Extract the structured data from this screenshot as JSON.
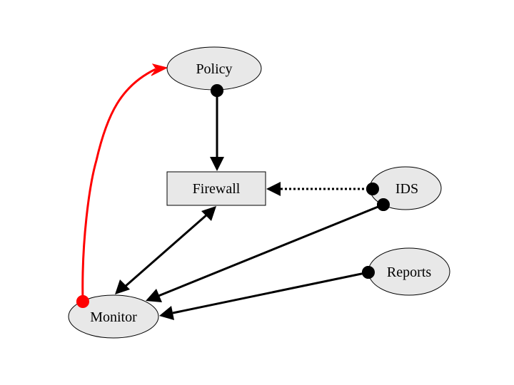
{
  "diagram": {
    "type": "directed-graph",
    "nodes": [
      {
        "id": "policy",
        "label": "Policy",
        "shape": "ellipse"
      },
      {
        "id": "firewall",
        "label": "Firewall",
        "shape": "box"
      },
      {
        "id": "ids",
        "label": "IDS",
        "shape": "ellipse"
      },
      {
        "id": "reports",
        "label": "Reports",
        "shape": "ellipse"
      },
      {
        "id": "monitor",
        "label": "Monitor",
        "shape": "ellipse"
      }
    ],
    "edges": [
      {
        "from": "policy",
        "to": "firewall",
        "style": "solid",
        "tail": "dot",
        "head": "arrow",
        "color": "#000000"
      },
      {
        "from": "ids",
        "to": "firewall",
        "style": "dotted",
        "tail": "dot",
        "head": "arrow",
        "color": "#000000"
      },
      {
        "from": "firewall",
        "to": "monitor",
        "style": "solid",
        "tail": "arrow",
        "head": "arrow",
        "color": "#000000"
      },
      {
        "from": "ids",
        "to": "monitor",
        "style": "solid",
        "tail": "dot",
        "head": "arrow",
        "color": "#000000"
      },
      {
        "from": "reports",
        "to": "monitor",
        "style": "solid",
        "tail": "dot",
        "head": "arrow",
        "color": "#000000"
      },
      {
        "from": "monitor",
        "to": "policy",
        "style": "solid",
        "tail": "dot",
        "head": "open-arrow",
        "color": "#ff0000"
      }
    ],
    "colors": {
      "node_fill": "#e8e8e8",
      "highlight": "#ff0000"
    }
  }
}
